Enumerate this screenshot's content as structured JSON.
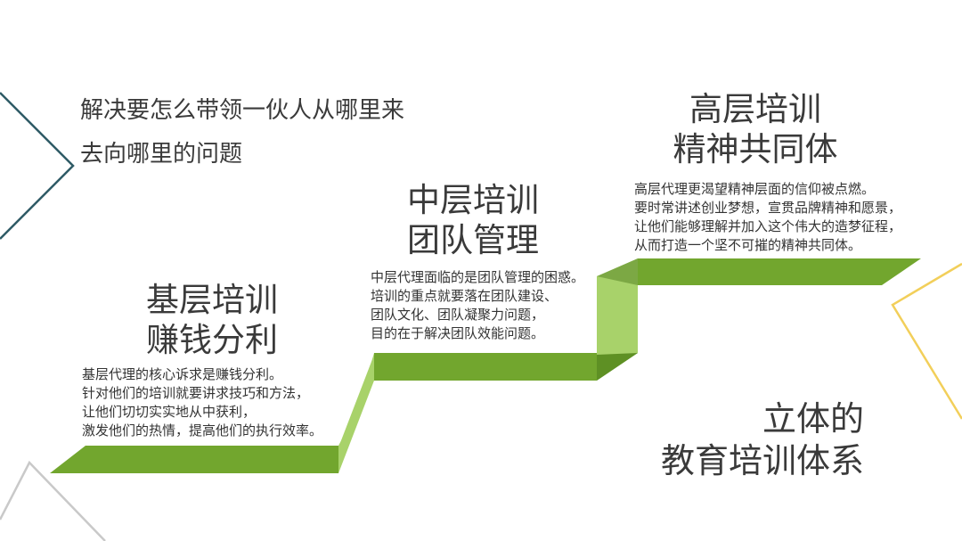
{
  "intro": {
    "lines": [
      "解决要怎么带领一伙人从哪里来",
      "去向哪里的问题"
    ]
  },
  "steps": [
    {
      "title_lines": [
        "基层培训",
        "赚钱分利"
      ],
      "desc_lines": [
        "基层代理的核心诉求是赚钱分利。",
        "针对他们的培训就要讲求技巧和方法，",
        "让他们切切实实地从中获利，",
        "激发他们的热情，提高他们的执行效率。"
      ]
    },
    {
      "title_lines": [
        "中层培训",
        "团队管理"
      ],
      "desc_lines": [
        "中层代理面临的是团队管理的困惑。",
        "培训的重点就要落在团队建设、",
        "团队文化、团队凝聚力问题，",
        "目的在于解决团队效能问题。"
      ]
    },
    {
      "title_lines": [
        "高层培训",
        "精神共同体"
      ],
      "desc_lines": [
        "高层代理更渴望精神层面的信仰被点燃。",
        "要时常讲述创业梦想，宣贯品牌精神和愿景，",
        "让他们能够理解并加入这个伟大的造梦征程，",
        "从而打造一个坚不可摧的精神共同体。"
      ]
    }
  ],
  "summary": {
    "lines": [
      "立体的",
      "教育培训体系"
    ]
  },
  "colors": {
    "step_top": "#72a62e",
    "step_riser": "#a8d26a",
    "step_fold": "#4f7d1e",
    "deco_teal": "#2f5b66",
    "deco_yellow": "#f2cf5a",
    "deco_gray": "#c9c9c9",
    "text": "#3a3a3a"
  }
}
